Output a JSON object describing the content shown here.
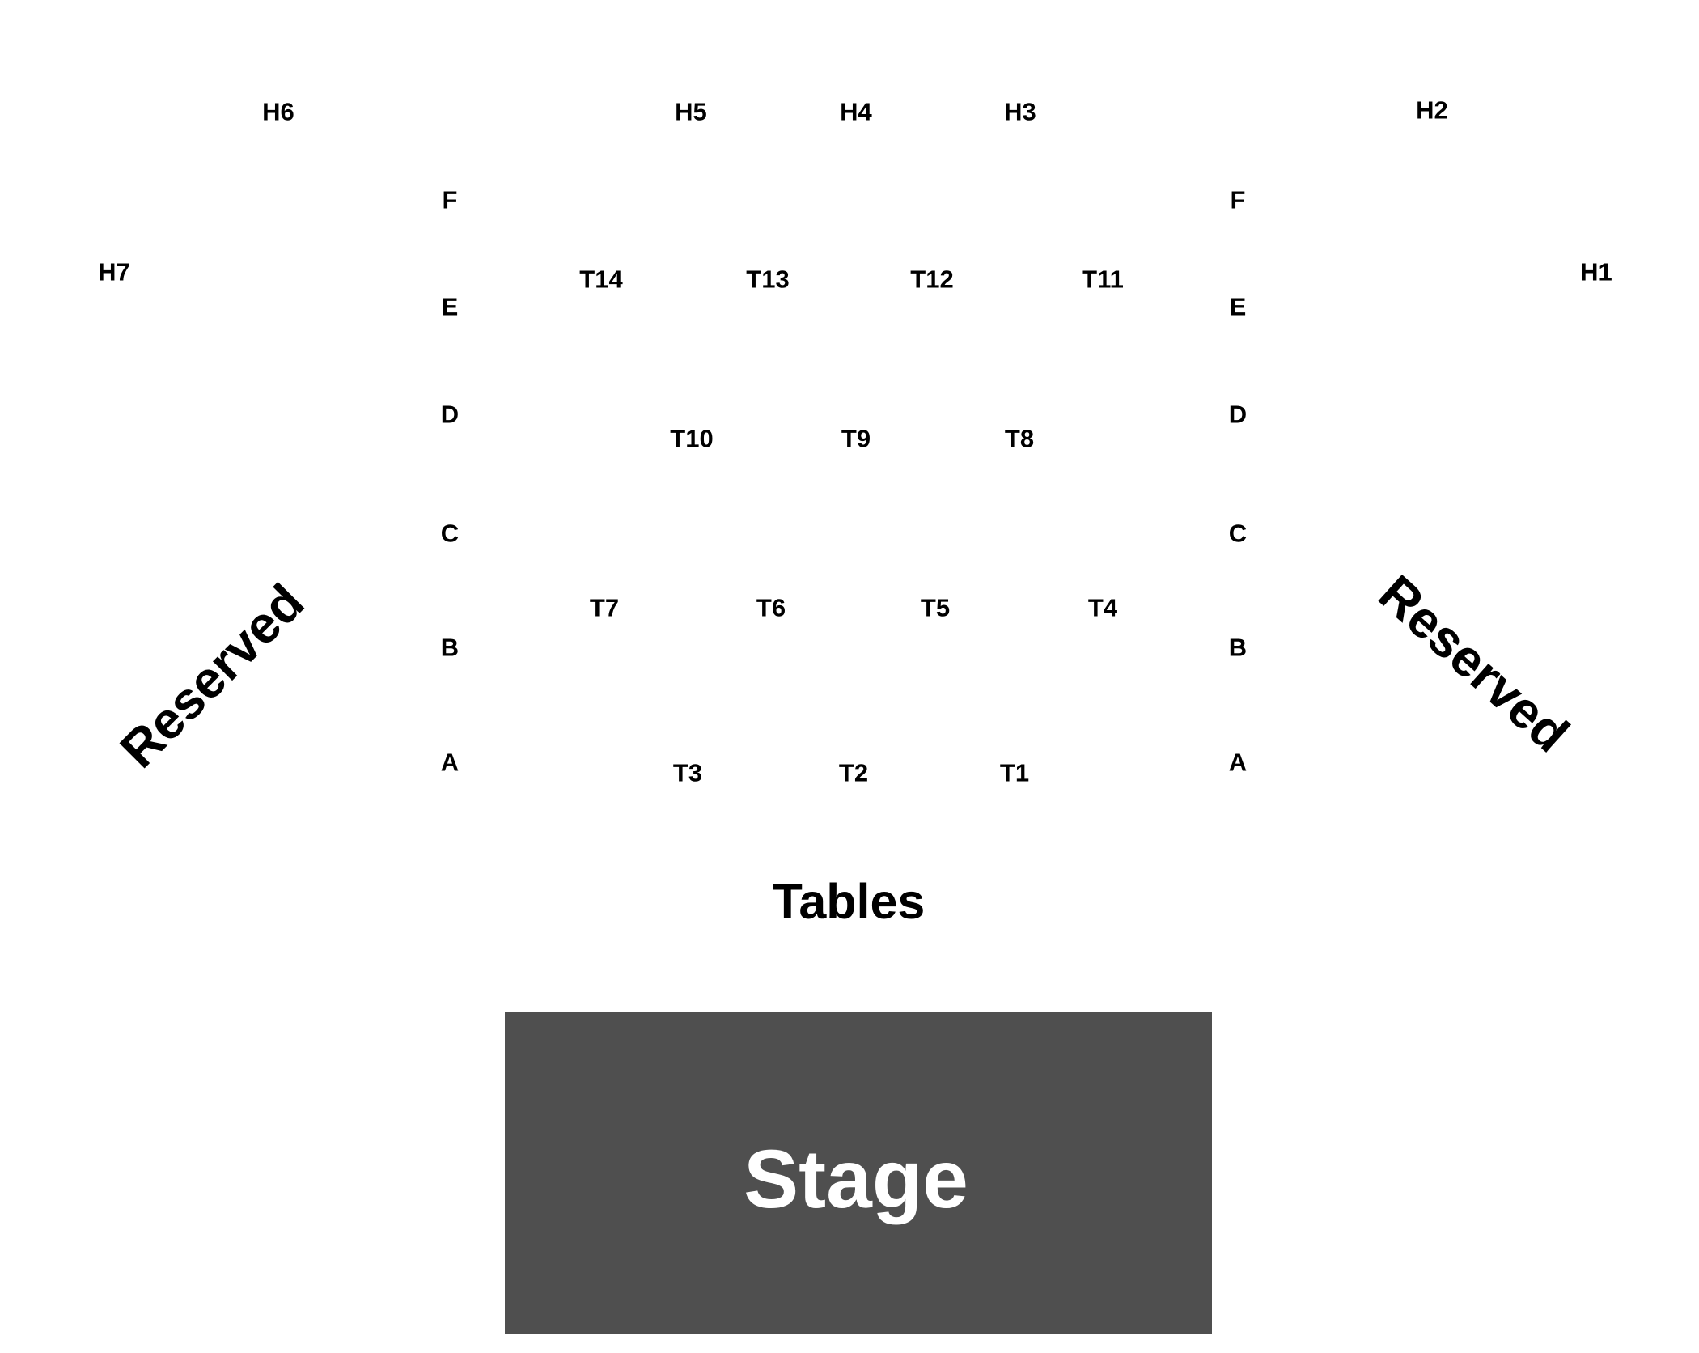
{
  "colors": {
    "background": "#ffffff",
    "label": "#000000",
    "stage_fill": "#4f4f4f",
    "stage_label": "#ffffff"
  },
  "high_tops": [
    "H1",
    "H2",
    "H3",
    "H4",
    "H5",
    "H6",
    "H7"
  ],
  "tables": [
    "T1",
    "T2",
    "T3",
    "T4",
    "T5",
    "T6",
    "T7",
    "T8",
    "T9",
    "T10",
    "T11",
    "T12",
    "T13",
    "T14"
  ],
  "rows": {
    "left": [
      "A",
      "B",
      "C",
      "D",
      "E",
      "F"
    ],
    "right": [
      "A",
      "B",
      "C",
      "D",
      "E",
      "F"
    ]
  },
  "sections": {
    "tables": "Tables",
    "reserved_left": "Reserved",
    "reserved_right": "Reserved",
    "stage": "Stage"
  }
}
